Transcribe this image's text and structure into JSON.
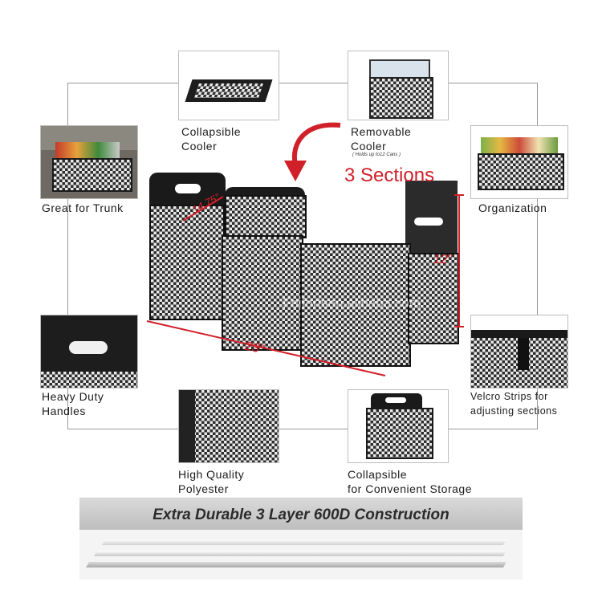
{
  "features": {
    "collapsible_cooler": "Collapsible\nCooler",
    "removable_cooler": "Removable\nCooler",
    "removable_cooler_note": "( Holds up to12 Cans )",
    "great_for_trunk": "Great for Trunk",
    "organization": "Organization",
    "heavy_duty_handles": "Heavy Duty\nHandles",
    "velcro_strips": "Velcro Strips for\nadjusting sections",
    "high_quality_polyester": "High Quality\nPolyester",
    "collapsible_storage": "Collapsible\nfor Convenient Storage"
  },
  "dimensions": {
    "sections": "3 Sections",
    "depth": "14.75”",
    "width": "23”",
    "height": "12”"
  },
  "banner": {
    "text": "Extra Durable 3 Layer 600D Construction"
  },
  "watermark": "Feifortsen.alibaba.com",
  "colors": {
    "accent_red": "#d0202a",
    "fabric_dark": "#2c2c2c",
    "fabric_light": "#eaeaea",
    "trim_black": "#1a1a1a"
  }
}
